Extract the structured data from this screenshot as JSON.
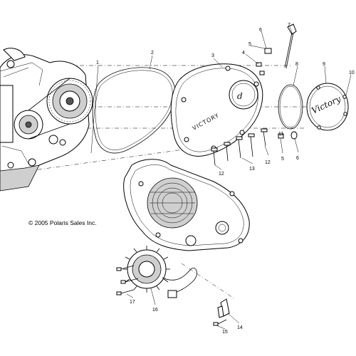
{
  "copyright": "© 2005 Polaris Sales Inc.",
  "cover_logo": "VICTORY",
  "derby_logo": "Victory",
  "callouts": [
    "1",
    "2",
    "3",
    "4",
    "5",
    "6",
    "7",
    "8",
    "9",
    "10",
    "11",
    "5",
    "6",
    "12",
    "12",
    "13",
    "14",
    "15",
    "16",
    "17"
  ]
}
